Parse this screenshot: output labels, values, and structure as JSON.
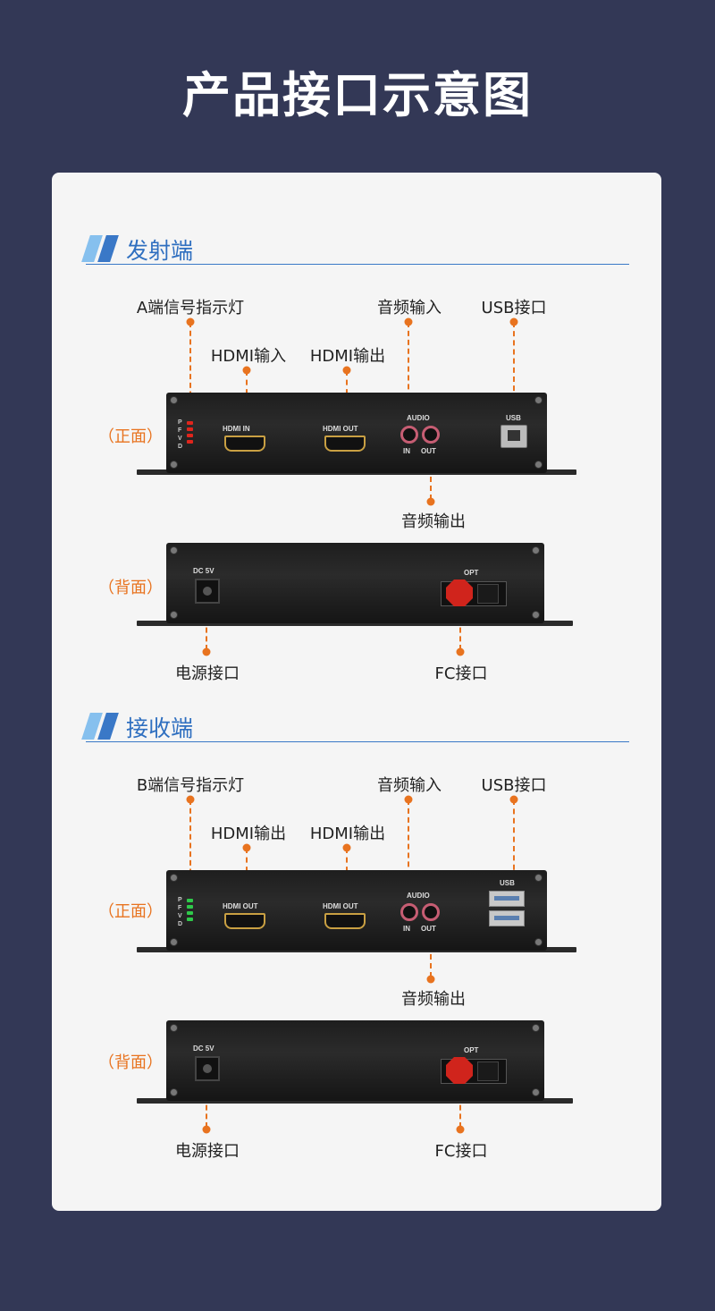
{
  "page_title": "产品接口示意图",
  "colors": {
    "background": "#333856",
    "accent_orange": "#e8731f",
    "section_blue": "#2f6fc0"
  },
  "sections": [
    {
      "title": "发射端",
      "front_label": "（正面）",
      "back_label": "（背面）",
      "callouts": {
        "indicator": "A端信号指示灯",
        "hdmi1": "HDMI输入",
        "hdmi2": "HDMI输出",
        "audio_in": "音频输入",
        "usb": "USB接口",
        "audio_out": "音频输出",
        "power": "电源接口",
        "fc": "FC接口"
      },
      "device_front": {
        "led_letters": [
          "P",
          "F",
          "V",
          "D"
        ],
        "led_color": "#e0251c",
        "hdmi1_text": "HDMI IN",
        "hdmi2_text": "HDMI OUT",
        "audio_text": "AUDIO",
        "in_text": "IN",
        "out_text": "OUT",
        "usb_text": "USB",
        "usb_type": "usb-b-icon"
      },
      "device_back": {
        "dc_text": "DC 5V",
        "opt_text": "OPT"
      }
    },
    {
      "title": "接收端",
      "front_label": "（正面）",
      "back_label": "（背面）",
      "callouts": {
        "indicator": "B端信号指示灯",
        "hdmi1": "HDMI输出",
        "hdmi2": "HDMI输出",
        "audio_in": "音频输入",
        "usb": "USB接口",
        "audio_out": "音频输出",
        "power": "电源接口",
        "fc": "FC接口"
      },
      "device_front": {
        "led_letters": [
          "P",
          "F",
          "V",
          "D"
        ],
        "led_color": "#2fc94a",
        "hdmi1_text": "HDMI OUT",
        "hdmi2_text": "HDMI OUT",
        "audio_text": "AUDIO",
        "in_text": "IN",
        "out_text": "OUT",
        "usb_text": "USB",
        "usb_type": "usb-a-icon"
      },
      "device_back": {
        "dc_text": "DC 5V",
        "opt_text": "OPT"
      }
    }
  ]
}
